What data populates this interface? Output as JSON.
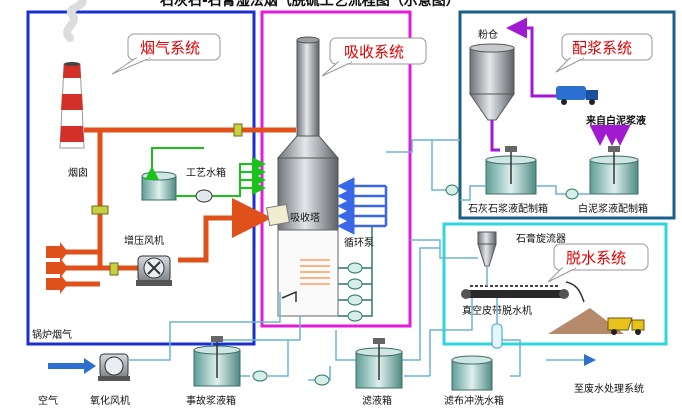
{
  "header": {
    "title": "石灰石-石膏湿法烟气脱硫工艺流程图（示意图）"
  },
  "systems": {
    "flue_gas": "烟气系统",
    "absorption": "吸收系统",
    "slurry_prep": "配浆系统",
    "dewatering": "脱水系统"
  },
  "labels": {
    "chimney": "烟囱",
    "booster_fan": "增压风机",
    "boiler_flue_gas": "锅炉烟气",
    "process_water_tank": "工艺水箱",
    "absorber": "吸收塔",
    "circulation_pump": "循环泵",
    "powder_silo": "粉仓",
    "white_mud_source": "来自白泥浆液",
    "limestone_tank": "石灰石浆液配制箱",
    "white_mud_tank": "白泥浆液配制箱",
    "hydrocyclone": "石膏旋流器",
    "belt_filter": "真空皮带脱水机",
    "emergency_tank": "事故浆液箱",
    "filtrate_tank": "滤液箱",
    "filter_cloth_tank": "滤布冲洗水箱",
    "air": "空气",
    "oxidation_fan": "氧化风机",
    "wastewater": "至废水处理系统"
  },
  "colors": {
    "flue_gas_box": "#1b2fd1",
    "absorption_box": "#e21bd8",
    "slurry_box": "#1a5f8a",
    "dewatering_box": "#2fd6e0",
    "hot_gas": "#e0501a",
    "clean_gas": "#3a66e8",
    "water": "#18c21a",
    "slurry_line": "#6cb4d8",
    "callout_text": "#e00000"
  }
}
